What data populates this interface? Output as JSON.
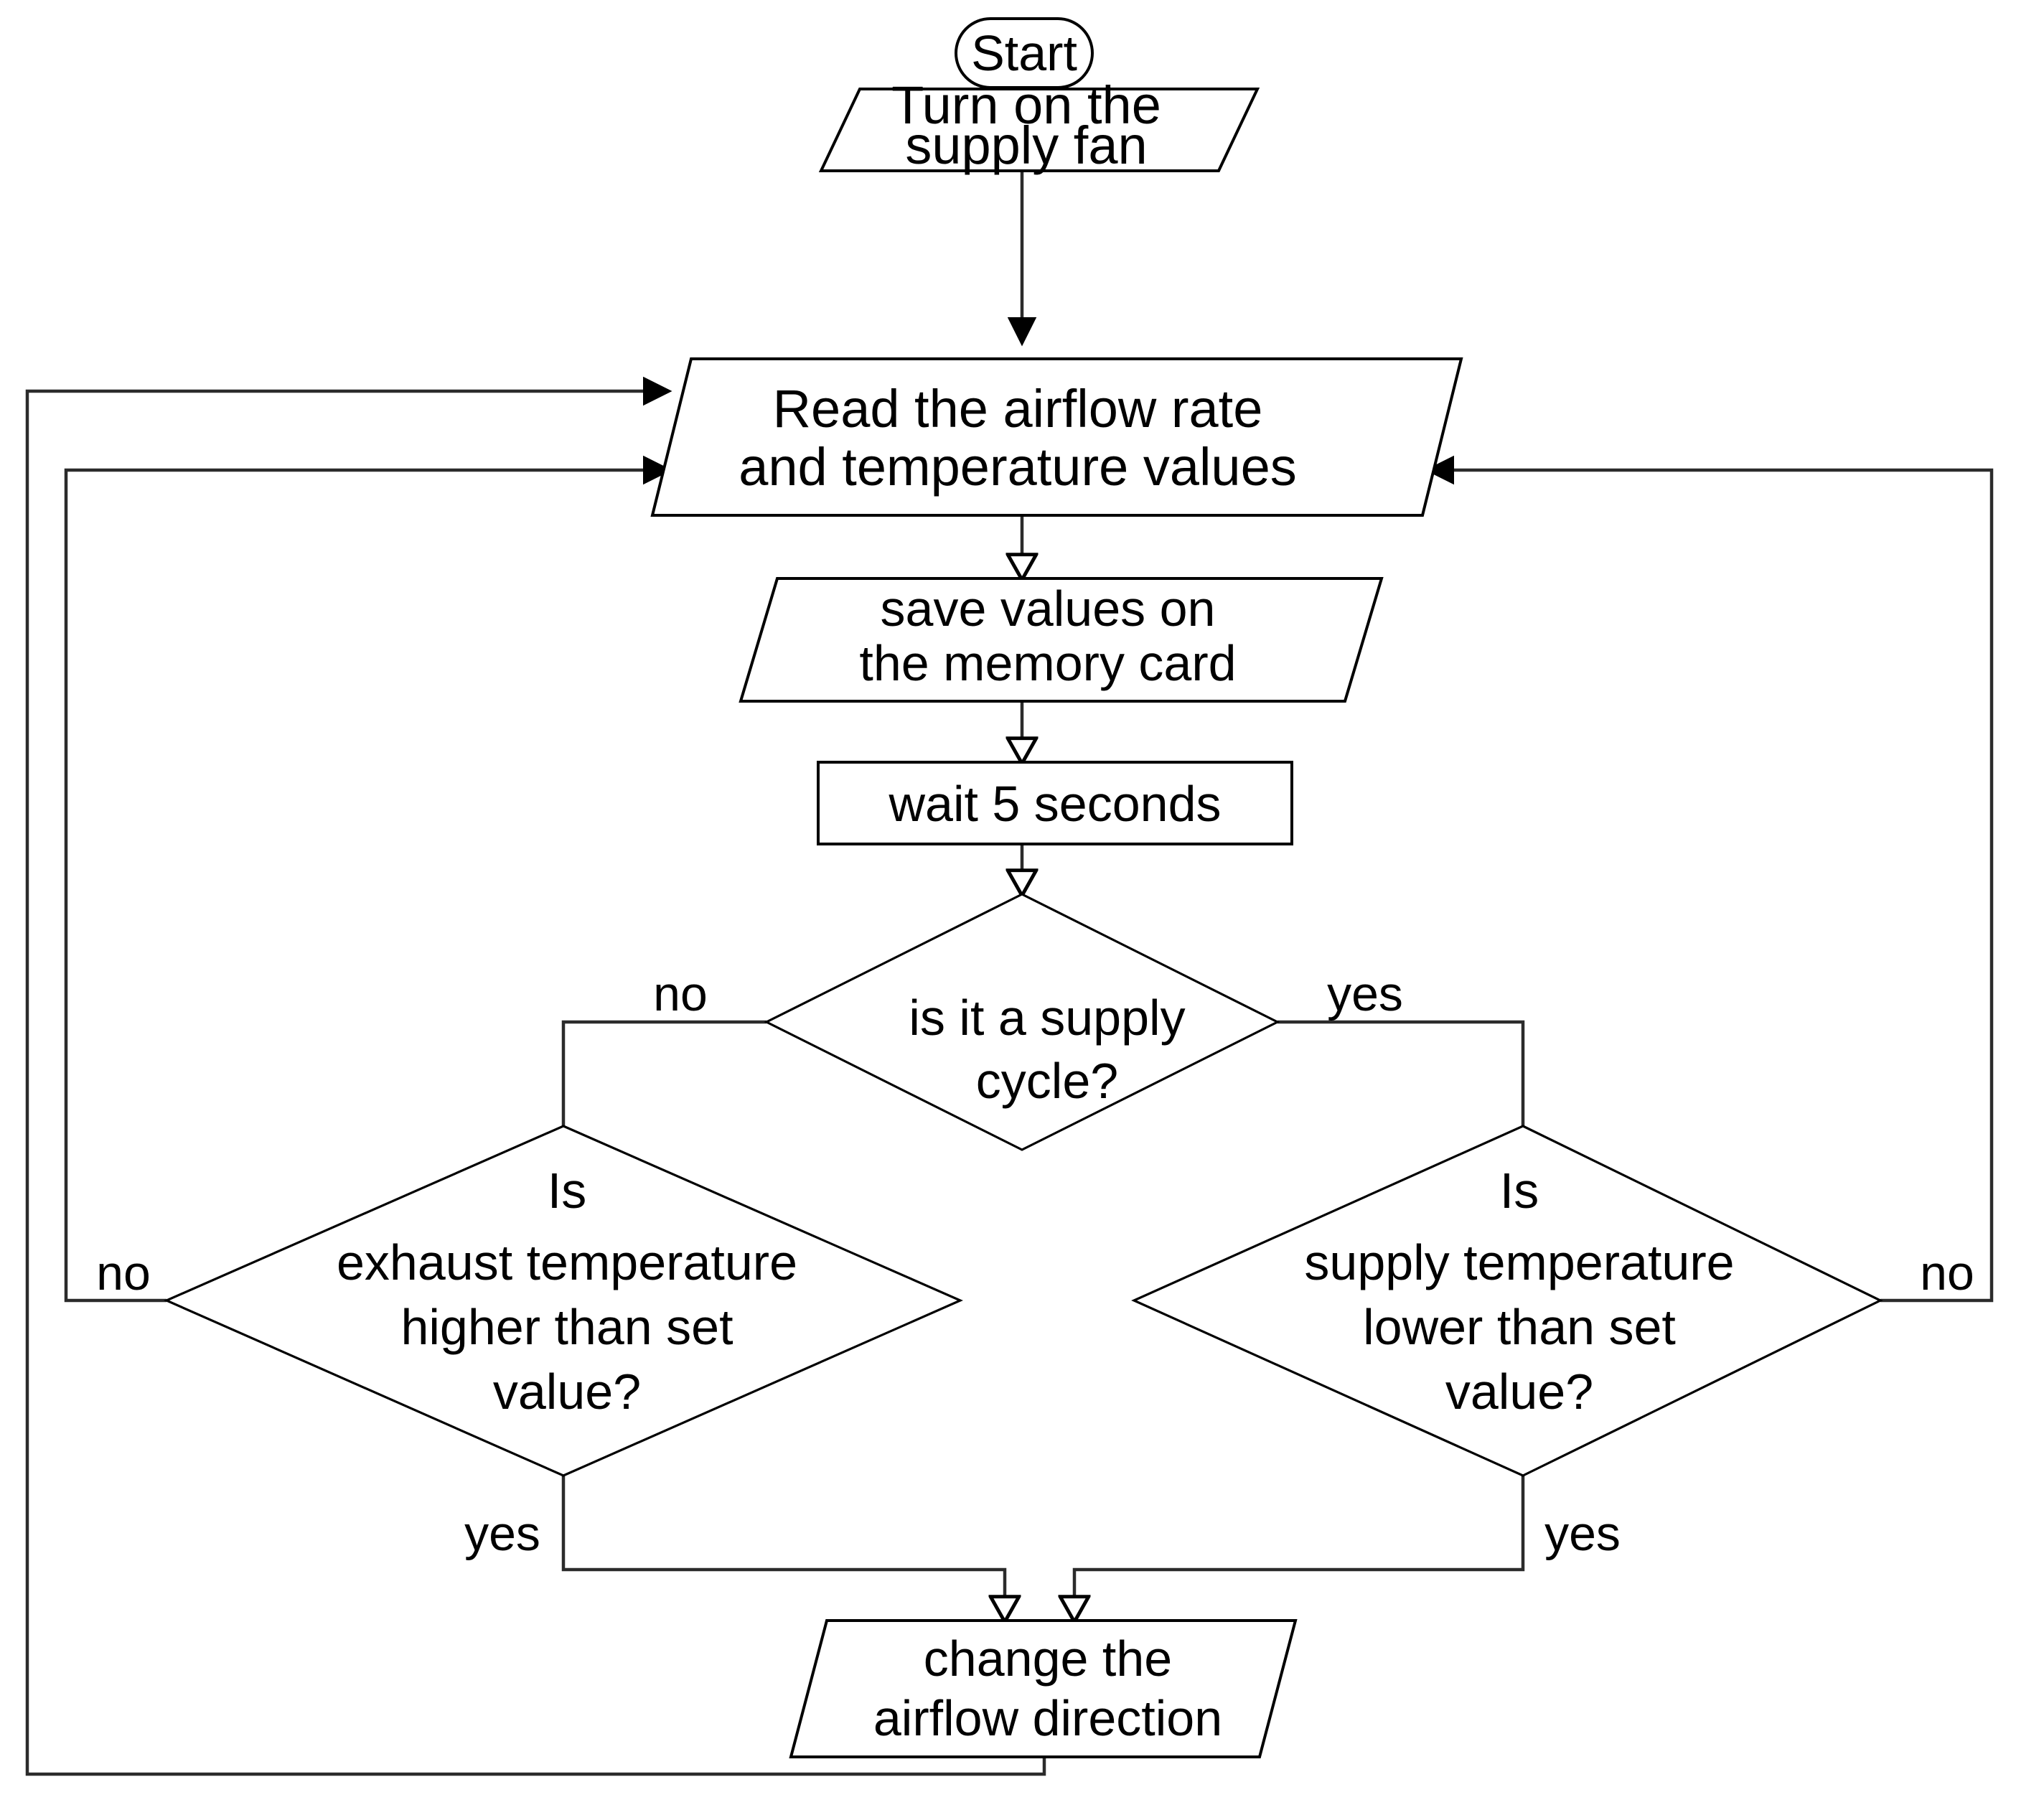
{
  "diagram": {
    "title": "HVAC supply/exhaust airflow control flowchart",
    "colors": {
      "stroke": "#000000",
      "fill": "#ffffff",
      "connector": "#2b2b2b"
    },
    "nodes": {
      "start": {
        "id": "start",
        "type": "terminator",
        "label": "Start"
      },
      "turn_on_fan": {
        "id": "turn_on_fan",
        "type": "io-parallelogram",
        "line1": "Turn on the",
        "line2": "supply fan"
      },
      "read_values": {
        "id": "read_values",
        "type": "io-parallelogram",
        "line1": "Read the airflow rate",
        "line2": "and temperature values"
      },
      "save_values": {
        "id": "save_values",
        "type": "io-parallelogram",
        "line1": "save values on",
        "line2": "the memory card"
      },
      "wait": {
        "id": "wait",
        "type": "process-rect",
        "label": "wait 5 seconds"
      },
      "supply_cycle": {
        "id": "supply_cycle",
        "type": "decision-diamond",
        "line1": "is it a supply",
        "line2": "cycle?"
      },
      "exhaust_temp": {
        "id": "exhaust_temp",
        "type": "decision-diamond",
        "line1": "Is",
        "line2": "exhaust temperature",
        "line3": "higher than set",
        "line4": "value?"
      },
      "supply_temp": {
        "id": "supply_temp",
        "type": "decision-diamond",
        "line1": "Is",
        "line2": "supply temperature",
        "line3": "lower than set",
        "line4": "value?"
      },
      "change_airflow": {
        "id": "change_airflow",
        "type": "io-parallelogram",
        "line1": "change the",
        "line2": "airflow direction"
      }
    },
    "edge_labels": {
      "supply_cycle_no": "no",
      "supply_cycle_yes": "yes",
      "exhaust_no": "no",
      "exhaust_yes": "yes",
      "supply_no": "no",
      "supply_yes": "yes"
    }
  }
}
